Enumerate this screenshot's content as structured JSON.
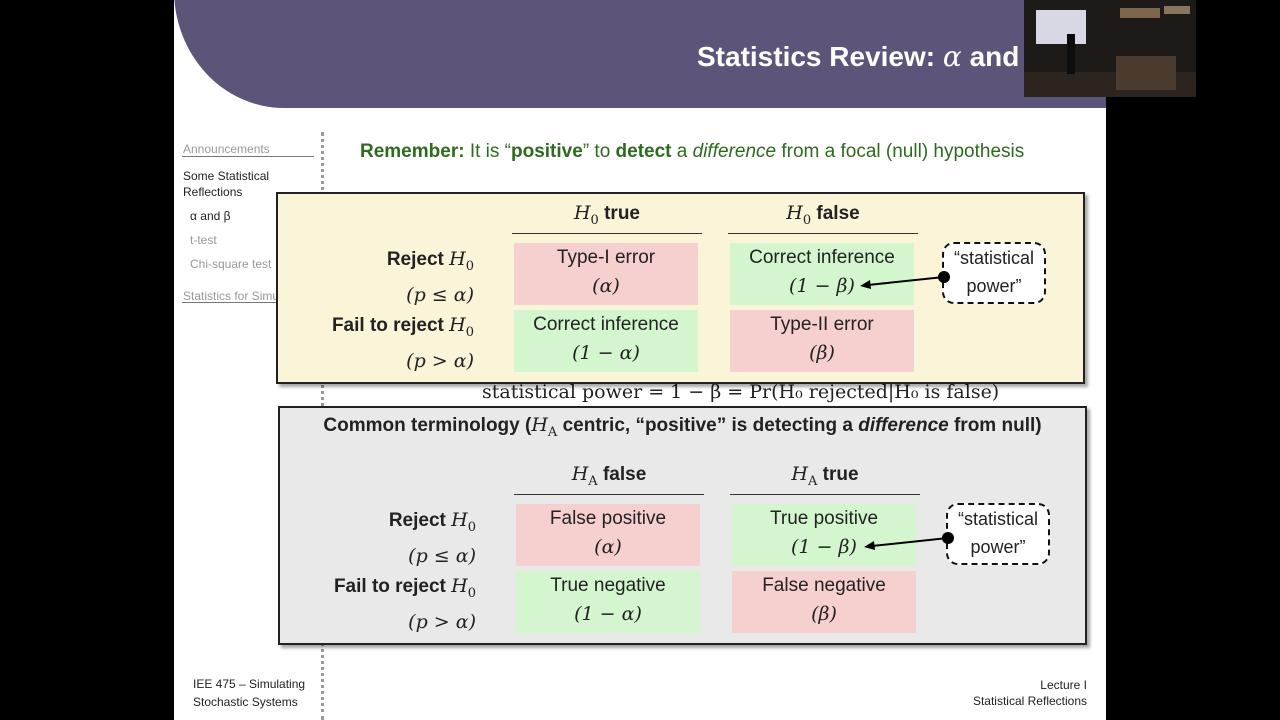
{
  "slide": {
    "title_prefix": "Statistics Review: ",
    "title_greek": "α",
    "title_suffix": " and",
    "remember": {
      "label": "Remember:",
      "t1": " It is “",
      "positive": "positive",
      "t2": "” to ",
      "detect": "detect",
      "t3": " a ",
      "difference": "difference",
      "t4": " from a focal (null) hypothesis"
    },
    "obscured_line": "statistical power = 1 − β = Pr(H₀ rejected|H₀ is false)"
  },
  "nav": {
    "items": [
      {
        "label": "Announcements"
      },
      {
        "label": "Some Statistical"
      },
      {
        "label": "Reflections"
      },
      {
        "label": "α and β"
      },
      {
        "label": "t-test"
      },
      {
        "label": "Chi-square test"
      },
      {
        "label": "Statistics for Simu"
      }
    ]
  },
  "table1": {
    "col1": {
      "sym": "H",
      "sub": "0",
      "word": " true"
    },
    "col2": {
      "sym": "H",
      "sub": "0",
      "word": " false"
    },
    "row1": {
      "label": "Reject ",
      "sym": "H",
      "sub": "0",
      "cond": "(p ≤ α)"
    },
    "row2": {
      "label": "Fail to reject ",
      "sym": "H",
      "sub": "0",
      "cond": "(p > α)"
    },
    "cells": {
      "r1c1": {
        "text": "Type-I error",
        "val": "(α)"
      },
      "r1c2": {
        "text": "Correct inference",
        "val": "(1 − β)"
      },
      "r2c1": {
        "text": "Correct inference",
        "val": "(1 − α)"
      },
      "r2c2": {
        "text": "Type-II error",
        "val": "(β)"
      }
    },
    "power_l1": "“statistical",
    "power_l2": "power”"
  },
  "table2": {
    "title": {
      "a": "Common terminology (",
      "sym": "H",
      "sub": "A",
      "b": " centric, “positive” is detecting a ",
      "c": "difference",
      "d": " from null)"
    },
    "col1": {
      "sym": "H",
      "sub": "A",
      "word": " false"
    },
    "col2": {
      "sym": "H",
      "sub": "A",
      "word": " true"
    },
    "row1": {
      "label": "Reject ",
      "sym": "H",
      "sub": "0",
      "cond": "(p ≤ α)"
    },
    "row2": {
      "label": "Fail to reject ",
      "sym": "H",
      "sub": "0",
      "cond": "(p > α)"
    },
    "cells": {
      "r1c1": {
        "text": "False positive",
        "val": "(α)"
      },
      "r1c2": {
        "text": "True positive",
        "val": "(1 − β)"
      },
      "r2c1": {
        "text": "True negative",
        "val": "(1 − α)"
      },
      "r2c2": {
        "text": "False negative",
        "val": "(β)"
      }
    },
    "power_l1": "“statistical",
    "power_l2": "power”"
  },
  "footer": {
    "left_l1": "IEE 475 – Simulating",
    "left_l2": "Stochastic Systems",
    "right_l1": "Lecture I",
    "right_l2": "Statistical Reflections"
  },
  "colors": {
    "header": "#5c5579",
    "remember": "#2e6b1e",
    "error_cell": "#f6cfcf",
    "correct_cell": "#d4f6cf"
  }
}
